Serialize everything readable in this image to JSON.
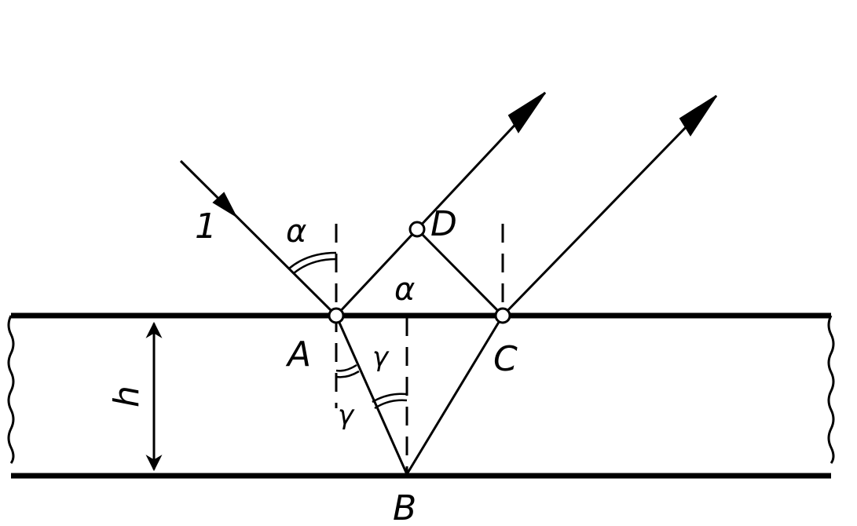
{
  "diagram": {
    "labels": {
      "ray": "1",
      "point_a": "A",
      "point_b": "B",
      "point_c": "C",
      "point_d": "D",
      "thickness": "h",
      "angle_incidence": "α",
      "angle_incidence_2": "α",
      "angle_refraction_a": "γ",
      "angle_refraction_b": "γ"
    },
    "colors": {
      "ink": "#000000",
      "paper": "#ffffff"
    }
  }
}
